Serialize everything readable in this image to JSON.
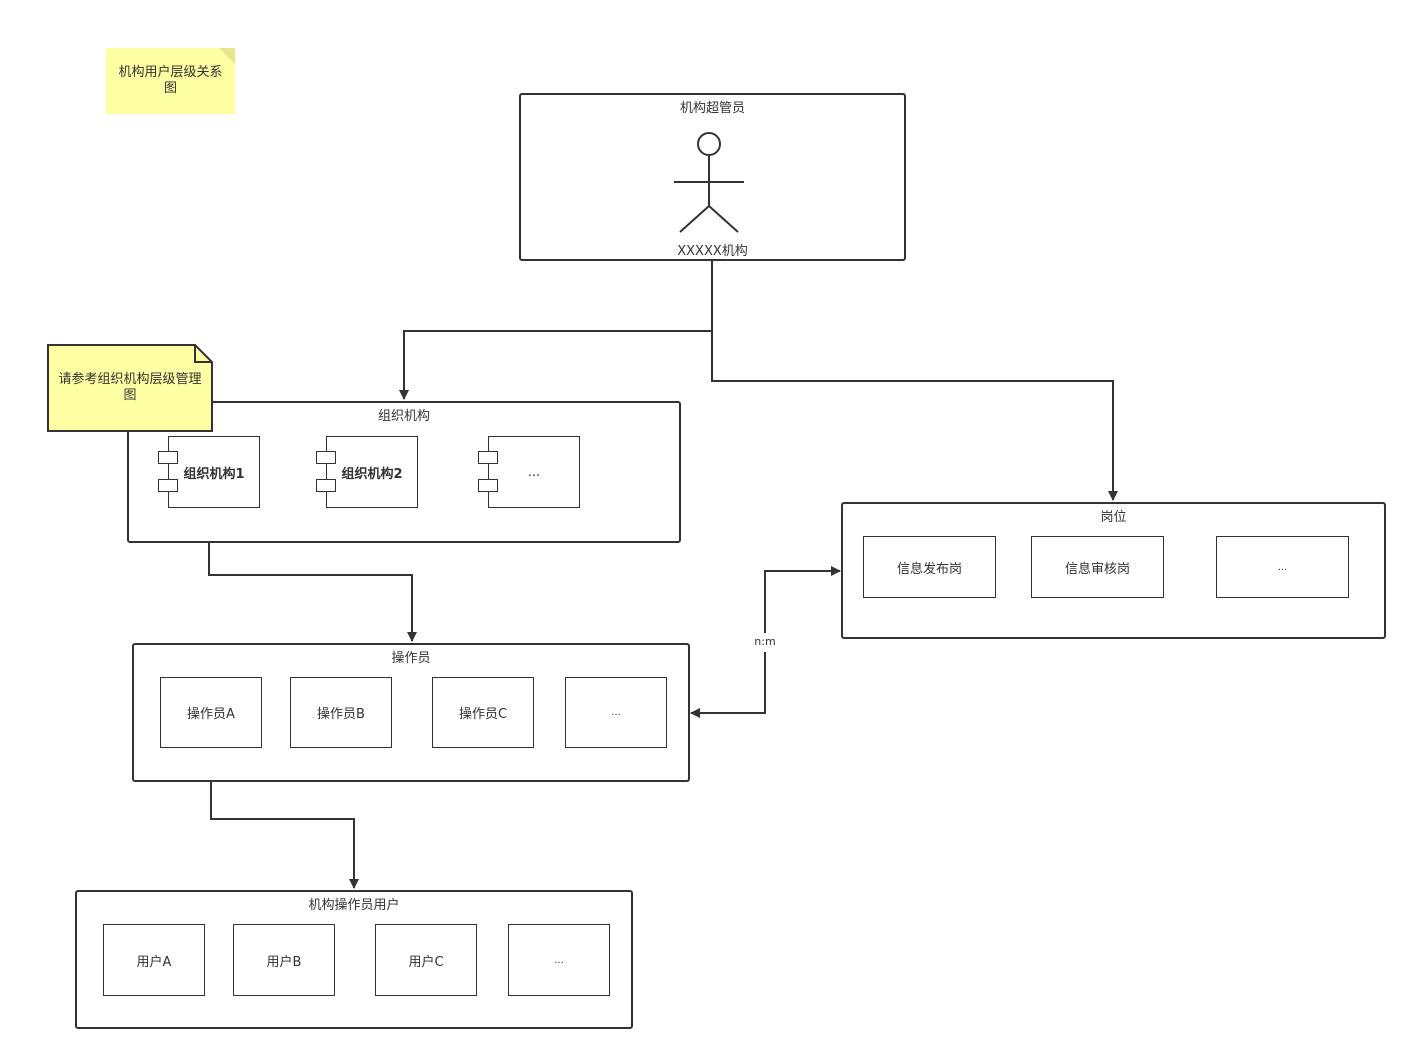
{
  "notes": {
    "hierarchy_title": "机构用户层级关系图",
    "org_reference": "请参考组织机构层级管理图"
  },
  "super_admin": {
    "title": "机构超管员",
    "actor_label": "XXXXX机构"
  },
  "org": {
    "title": "组织机构",
    "components": [
      "组织机构1",
      "组织机构2",
      "..."
    ]
  },
  "positions": {
    "title": "岗位",
    "items": [
      "信息发布岗",
      "信息审核岗",
      "..."
    ]
  },
  "operators": {
    "title": "操作员",
    "items": [
      "操作员A",
      "操作员B",
      "操作员C",
      "..."
    ]
  },
  "users": {
    "title": "机构操作员用户",
    "items": [
      "用户A",
      "用户B",
      "用户C",
      "..."
    ]
  },
  "relation_label": "n:m",
  "colors": {
    "stroke": "#333333",
    "note_fill": "#ffffa3",
    "note_border": "#333333",
    "background": "#ffffff"
  }
}
